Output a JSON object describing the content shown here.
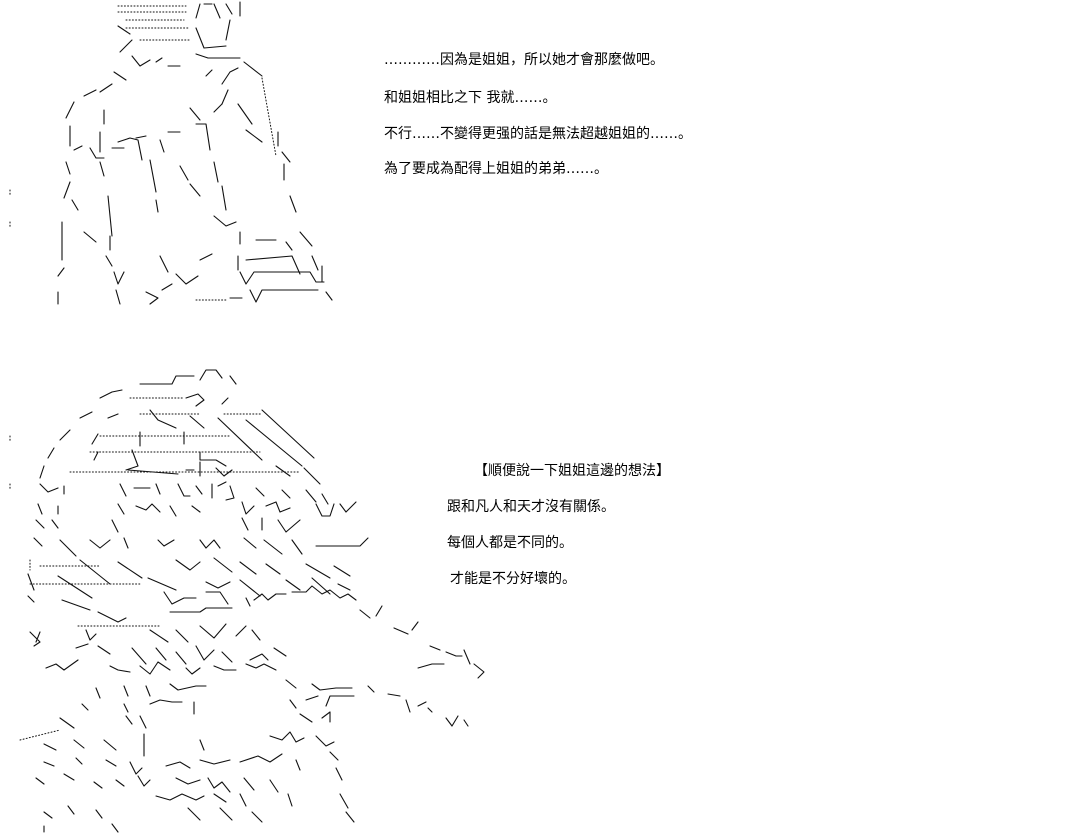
{
  "panel_1": {
    "art_icon": "ascii-art-figure-icon",
    "lines": [
      "…………因為是姐姐，所以她才會那麼做吧。",
      "和姐姐相比之下 我就……。",
      "不行……不變得更强的話是無法超越姐姐的……。",
      "為了要成為配得上姐姐的弟弟……。"
    ]
  },
  "panel_2": {
    "art_icon": "ascii-art-girl-icon",
    "heading": "【順便說一下姐姐這邊的想法】",
    "lines": [
      "跟和凡人和天才沒有關係。",
      "每個人都是不同的。",
      "才能是不分好壞的。"
    ]
  }
}
